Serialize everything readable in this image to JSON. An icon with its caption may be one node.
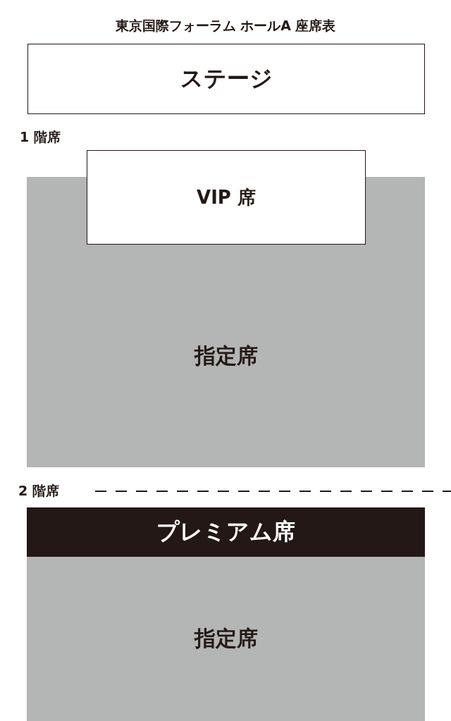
{
  "diagram": {
    "title": "東京国際フォーラム ホールA 座席表",
    "nodes": [
      {
        "text": [
          "ステージ"
        ]
      },
      {
        "text": [
          "VIP 席"
        ]
      },
      {
        "text": [
          "指定席"
        ]
      },
      {
        "text": [
          "プレミアム席"
        ]
      },
      {
        "text": [
          "指定席"
        ]
      }
    ],
    "labels": [
      "1 階席",
      "2 階席"
    ]
  }
}
